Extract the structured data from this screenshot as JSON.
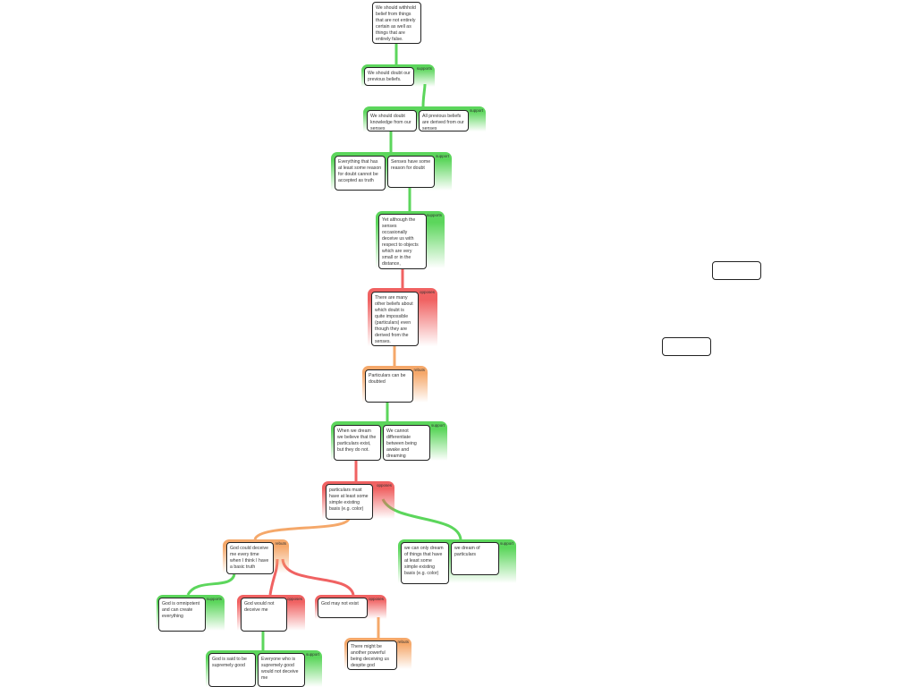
{
  "colors": {
    "support": "#5cd65c",
    "oppose": "#f06262",
    "rebut": "#f5a86a"
  },
  "root": "We should withhold belief from things that are not entirely certain as well as things that are entirely false.",
  "groups": [
    {
      "label": "supports",
      "type": "support",
      "claims": [
        "We should doubt our previous beliefs."
      ]
    },
    {
      "label": "support",
      "type": "support",
      "claims": [
        "We should doubt knowledge from our senses",
        "All previous beliefs are derived from our senses"
      ]
    },
    {
      "label": "support",
      "type": "support",
      "claims": [
        "Everything that has at least some reason for doubt cannot be accepted as truth",
        "Senses have some reason for doubt"
      ]
    },
    {
      "label": "supports",
      "type": "support",
      "claims": [
        "Yet although the senses occasionally deceive us with respect to objects which are very small or in the distance,"
      ]
    },
    {
      "label": "opposes",
      "type": "oppose",
      "claims": [
        "There are many other beliefs about which doubt is quite impossible (particulars) even though they are derived from the senses."
      ]
    },
    {
      "label": "rebuts",
      "type": "rebut",
      "claims": [
        "Particulars can be doubted"
      ]
    },
    {
      "label": "support",
      "type": "support",
      "claims": [
        "When we dream we believe that the particulars exist, but they do not.",
        "We cannot differentiate between being awake and dreaming"
      ]
    },
    {
      "label": "opposes",
      "type": "oppose",
      "claims": [
        "particulars must have at least some simple existing basis (e.g. color)"
      ]
    },
    {
      "label": "rebuts",
      "type": "rebut",
      "claims": [
        "God could deceive me every time when I think I have a basic truth"
      ]
    },
    {
      "label": "supports",
      "type": "support",
      "claims": [
        "God is omnipotent and can create everything"
      ]
    },
    {
      "label": "opposes",
      "type": "oppose",
      "claims": [
        "God would not deceive me"
      ]
    },
    {
      "label": "opposes",
      "type": "oppose",
      "claims": [
        "God may not exist"
      ]
    },
    {
      "label": "rebuts",
      "type": "rebut",
      "claims": [
        "There might be another powerful being deceiving us despite god"
      ]
    },
    {
      "label": "support",
      "type": "support",
      "claims": [
        "God is said to be supremely good",
        "Everyone who is supremely good would not deceive me"
      ]
    },
    {
      "label": "support",
      "type": "support",
      "claims": [
        "we can only dream of things that have at least some simple existing basis (e.g. color)",
        "we dream of particulars"
      ]
    }
  ],
  "empty_boxes": [
    "",
    ""
  ]
}
